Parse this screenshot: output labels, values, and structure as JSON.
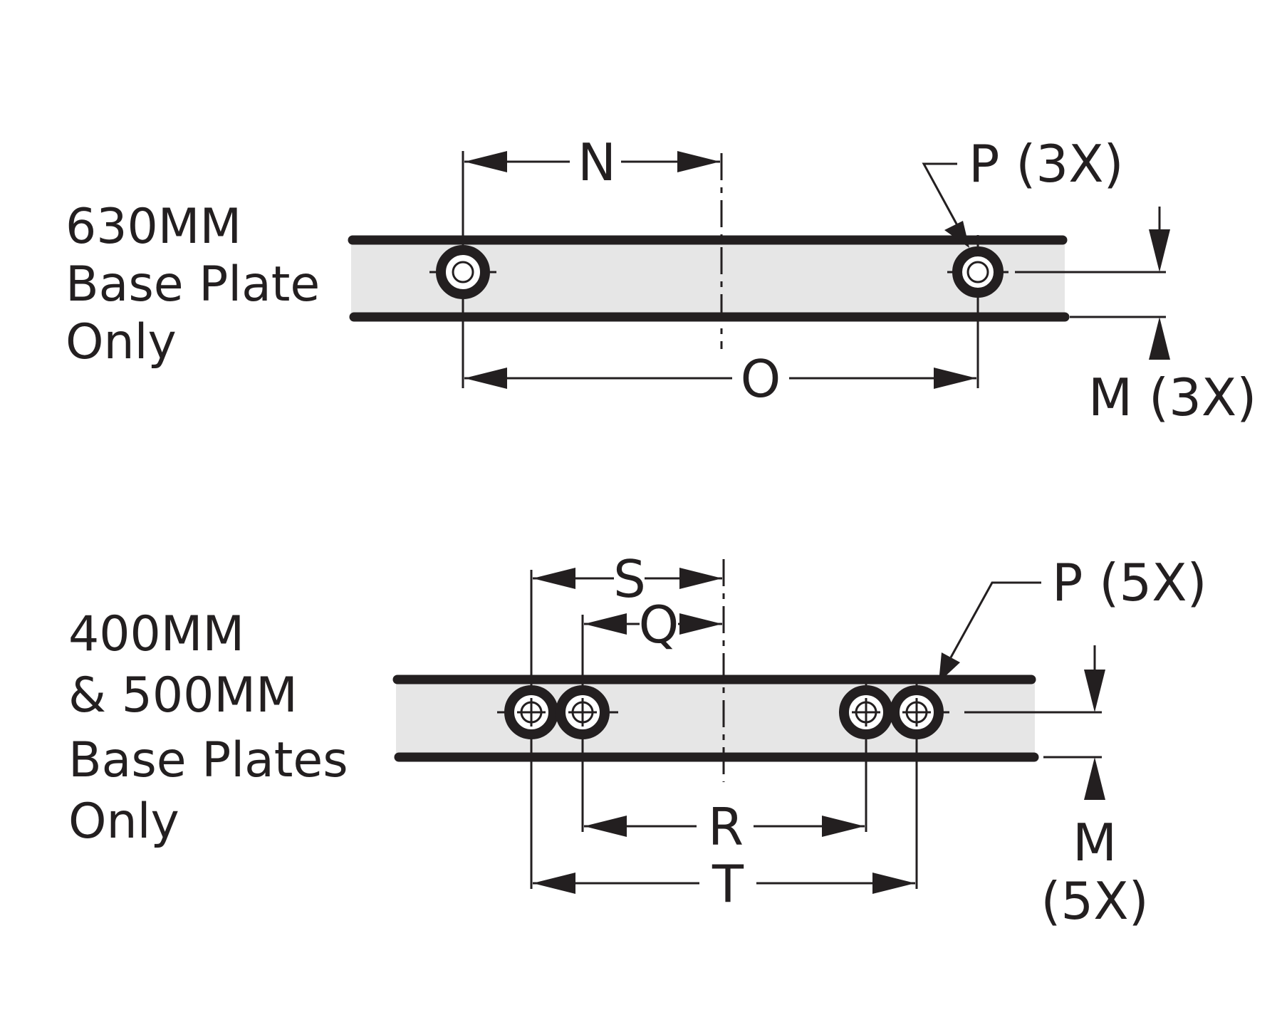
{
  "top_view": {
    "label_lines": [
      "630MM",
      "Base Plate",
      "Only"
    ],
    "dims": {
      "N": "N",
      "O": "O",
      "P": "P (3X)",
      "M": "M (3X)"
    }
  },
  "bottom_view": {
    "label_lines": [
      "400MM",
      "& 500MM",
      "Base Plates",
      "Only"
    ],
    "dims": {
      "S": "S",
      "Q": "Q",
      "R": "R",
      "T": "T",
      "P": "P (5X)",
      "M_line1": "M",
      "M_line2": "(5X)"
    }
  }
}
